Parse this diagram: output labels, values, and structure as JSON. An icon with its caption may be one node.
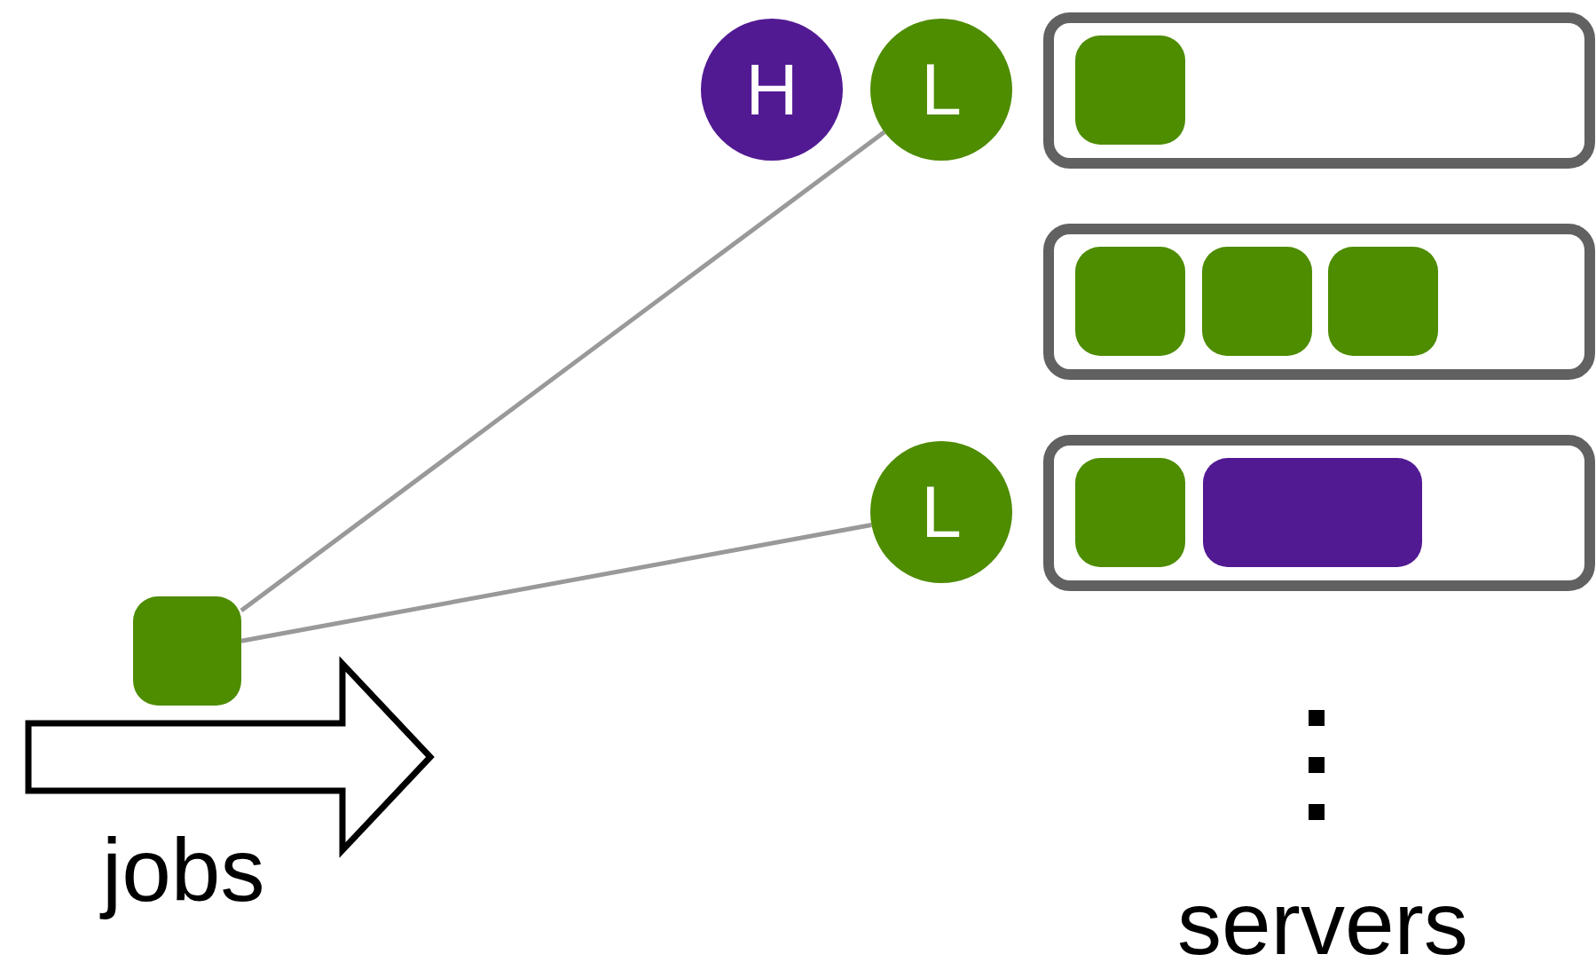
{
  "diagram": {
    "nodes": [
      {
        "text": [
          "H"
        ]
      },
      {
        "text": [
          "L"
        ]
      },
      {
        "text": [],
        "shape": "box"
      },
      {
        "text": [],
        "shape": "box",
        "in": 2
      },
      {
        "text": [],
        "shape": "box"
      },
      {
        "text": [],
        "shape": "box",
        "in": 4
      },
      {
        "text": [],
        "shape": "box",
        "in": 4
      },
      {
        "text": [],
        "shape": "box",
        "in": 4
      },
      {
        "text": [
          "L"
        ]
      },
      {
        "text": [],
        "shape": "box"
      },
      {
        "text": [],
        "shape": "box",
        "in": 9
      },
      {
        "text": [],
        "shape": "box",
        "in": 9
      },
      {
        "text": [],
        "shape": "box"
      }
    ],
    "edges": [
      {
        "from": 12,
        "to": 1,
        "arrow": "none"
      },
      {
        "from": 12,
        "to": 8,
        "arrow": "none"
      }
    ],
    "labels": [
      "jobs",
      "servers"
    ]
  }
}
